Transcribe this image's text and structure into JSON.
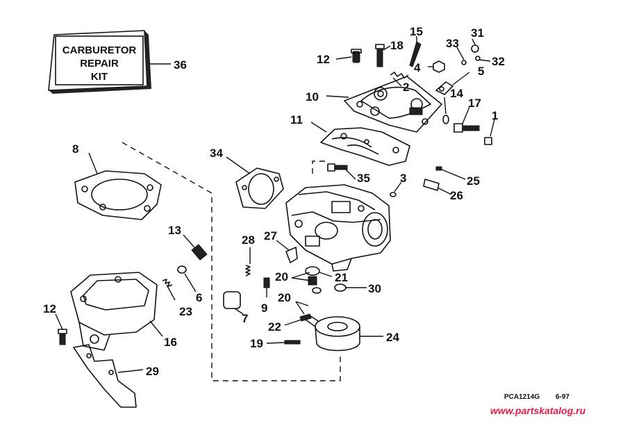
{
  "kit_box": {
    "line1": "CARBURETOR",
    "line2": "REPAIR",
    "line3": "KIT",
    "callout": "36"
  },
  "callouts": {
    "c1": "1",
    "c2": "2",
    "c3": "3",
    "c4": "4",
    "c5": "5",
    "c6": "6",
    "c7": "7",
    "c8": "8",
    "c9": "9",
    "c10": "10",
    "c11": "11",
    "c12a": "12",
    "c12b": "12",
    "c13": "13",
    "c14": "14",
    "c15": "15",
    "c16": "16",
    "c17": "17",
    "c18": "18",
    "c19": "19",
    "c20a": "20",
    "c20b": "20",
    "c21": "21",
    "c22": "22",
    "c23": "23",
    "c24": "24",
    "c25": "25",
    "c26": "26",
    "c27": "27",
    "c28": "28",
    "c29": "29",
    "c30": "30",
    "c31": "31",
    "c32": "32",
    "c33": "33",
    "c34": "34",
    "c35": "35"
  },
  "footer": {
    "code": "PCA1214G",
    "date": "6-97",
    "watermark": "www.partskatalog.ru"
  },
  "colors": {
    "ink": "#111111",
    "watermark": "#e11d48",
    "background": "#ffffff"
  }
}
